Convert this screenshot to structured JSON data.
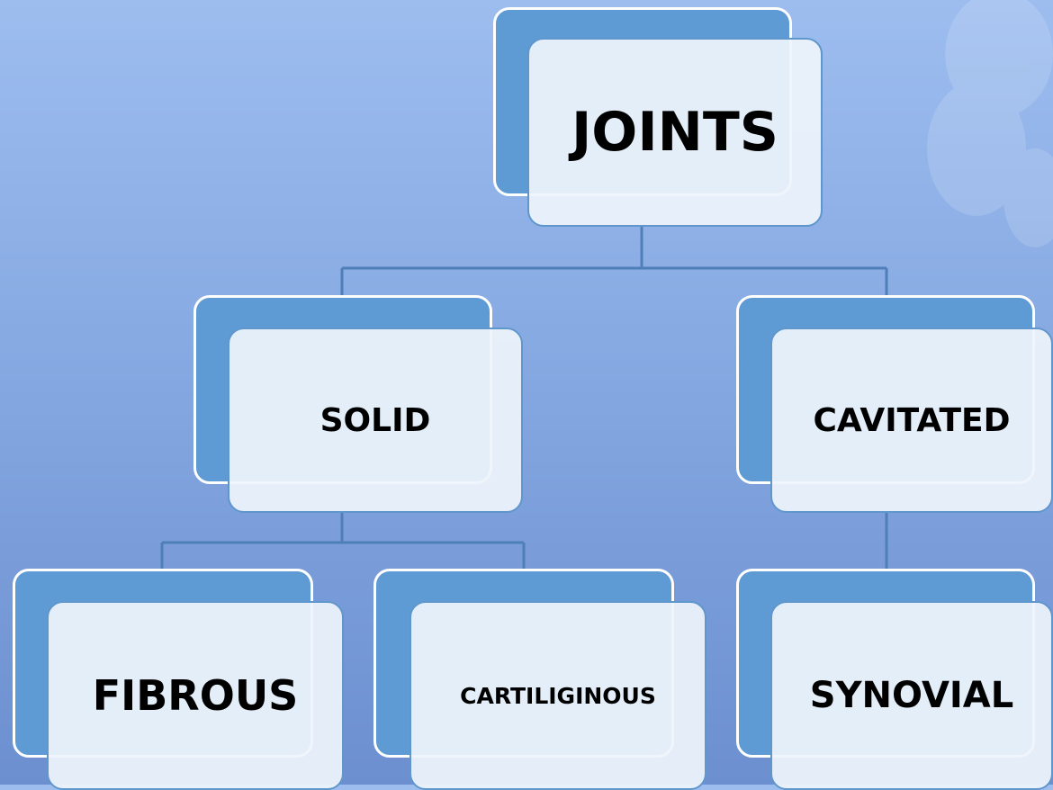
{
  "diagram": {
    "colors": {
      "background_top": "#9dbdef",
      "background_bottom": "#6c8fd0",
      "back_card": "#5e9ad4",
      "front_card": "#eef4fb",
      "connector": "#4f7fb8",
      "text": "#000000"
    },
    "root": {
      "label": "JOINTS"
    },
    "level1": {
      "solid": {
        "label": "SOLID"
      },
      "cavitated": {
        "label": "CAVITATED"
      }
    },
    "level2": {
      "fibrous": {
        "label": "FIBROUS"
      },
      "cartiliginous": {
        "label": "CARTILIGINOUS"
      },
      "synovial": {
        "label": "SYNOVIAL"
      }
    },
    "edges": [
      {
        "from": "JOINTS",
        "to": "SOLID"
      },
      {
        "from": "JOINTS",
        "to": "CAVITATED"
      },
      {
        "from": "SOLID",
        "to": "FIBROUS"
      },
      {
        "from": "SOLID",
        "to": "CARTILIGINOUS"
      },
      {
        "from": "CAVITATED",
        "to": "SYNOVIAL"
      }
    ]
  }
}
